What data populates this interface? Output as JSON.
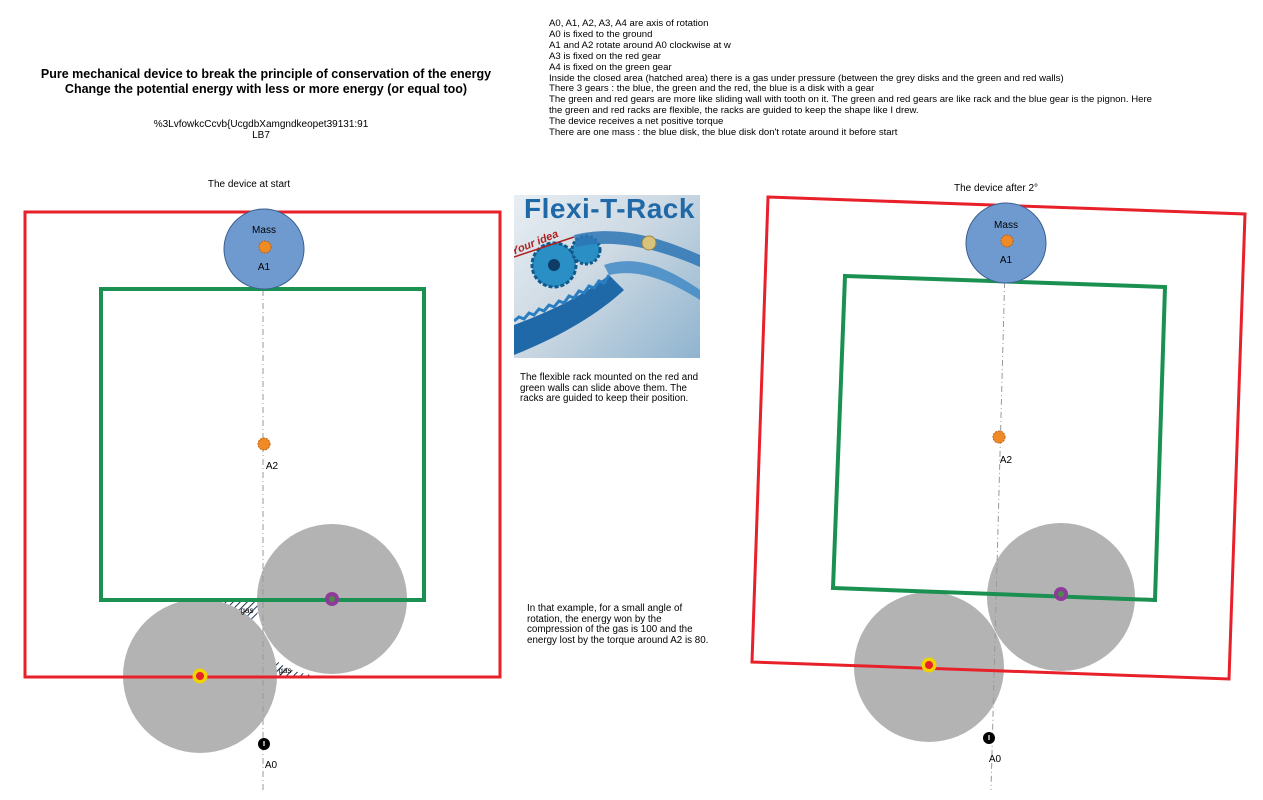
{
  "header": {
    "title_line1": "Pure mechanical device to break the principle of conservation of the energy",
    "title_line2": "Change the potential energy with less or more energy (or equal too)",
    "ref_line1": "%3LvfowkcCcvb{UcgdbXamgndkeopet39131:91",
    "ref_line2": "LB7"
  },
  "notes": [
    "A0, A1, A2, A3, A4 are axis of rotation",
    "A0 is fixed to the ground",
    "A1 and A2 rotate around A0 clockwise at w",
    "A3 is fixed on the red gear",
    "A4 is fixed on the green gear",
    "Inside the closed area (hatched area) there is a gas under pressure (between the grey disks and the green and red walls)",
    "There 3 gears : the blue, the green and the red, the blue is a disk with a gear",
    "The green and red gears are more like sliding wall with tooth on it. The green and red gears are like rack and the blue gear is the pignon. Here",
    "the green and red racks are flexible, the racks are guided to keep the shape like I drew.",
    "The device receives a net positive torque",
    "There are one mass : the blue disk, the blue disk don't rotate around it before start"
  ],
  "left_diagram": {
    "caption": "The device at start",
    "mass_label": "Mass",
    "labels": {
      "a1": "A1",
      "a2": "A2",
      "a0": "A0",
      "gas1": "gas",
      "gas2": "gas"
    }
  },
  "right_diagram": {
    "caption": "The device after 2°",
    "mass_label": "Mass",
    "labels": {
      "a1": "A1",
      "a2": "A2",
      "a0": "A0"
    }
  },
  "image": {
    "brand": "Flexi-T-Rack",
    "tagline": "Your idea"
  },
  "flex_caption": [
    "The flexible rack mounted on the red and",
    "green walls can slide above them. The",
    "racks are guided to keep their position."
  ],
  "example_text": [
    "In that example, for a small angle of",
    "rotation, the energy won by the",
    "compression of the gas is 100 and the",
    "energy lost by the torque around A2 is 80."
  ],
  "colors": {
    "red_wall": "#e8202a",
    "green_wall": "#1a9150",
    "mass_blue": "#6f9ad0",
    "axis_orange": "#f08a24",
    "disk_grey": "#b3b3b3",
    "a4_purple": "#8e3a9a",
    "a3_yellow": "#f1d300",
    "rack_blue": "#1f69a9"
  }
}
